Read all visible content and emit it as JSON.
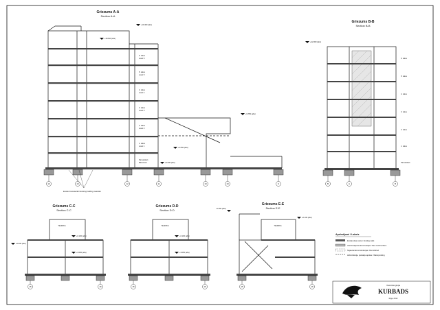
{
  "sections": {
    "aa": {
      "title": "Griezums A-A",
      "subtitle": "Section A-A"
    },
    "bb": {
      "title": "Griezums B-B",
      "subtitle": "Section B-B"
    },
    "cc": {
      "title": "Griezums C-C",
      "subtitle": "Section C-C"
    },
    "dd": {
      "title": "Griezums D-D",
      "subtitle": "Section D-D"
    },
    "ee": {
      "title": "Griezums E-E",
      "subtitle": "Section E-E"
    }
  },
  "elevations": {
    "aa_top": "+19.400 (abs)",
    "aa_roof": "+18.810 (abs)",
    "aa_mid": "+9.750 (abs)",
    "aa_l1": "+2.050 (abs)",
    "aa_l0": "+0.000 (abs)",
    "bb_top": "+22.000 (abs)",
    "cc_top": "+6.100 (abs)",
    "cc_mid": "+3.050 (abs)",
    "cc_left": "+0.000 (abs)",
    "dd_top": "+6.100 (abs)",
    "dd_mid": "+3.050 (abs)",
    "ee_top": "+1.250 (abs)",
    "ee_right": "+6.100 (abs)"
  },
  "floors": [
    {
      "lv": "6. stāvs",
      "en": "Level 6"
    },
    {
      "lv": "5. stāvs",
      "en": "Level 5"
    },
    {
      "lv": "4. stāvs",
      "en": "Level 4"
    },
    {
      "lv": "3. stāvs",
      "en": "Level 3"
    },
    {
      "lv": "2. stāvs",
      "en": "Level 2"
    },
    {
      "lv": "1. stāvs",
      "en": "Level 1"
    },
    {
      "lv": "Pamatstāvs",
      "en": "Basement"
    }
  ],
  "room_label": "TEHNIKA",
  "axes_aa": [
    "13",
    "13",
    "12",
    "11",
    "10",
    "10",
    "9"
  ],
  "axes_bb": [
    "B",
    "A",
    "B"
  ],
  "axes_cc": [
    "15",
    "16"
  ],
  "axes_dd": [
    "15",
    "16"
  ],
  "axes_ee": [
    "15",
    "16"
  ],
  "note_aa": "Esošie būvmateriāli / Existing building materials",
  "legend": {
    "title": "Apzīmējumi / Labels",
    "items": [
      "Esošas ēkas siena / Existing walls",
      "Jaunbūvējamās konstrukcijas / New constructions",
      "Nojaucamās konstrukcijas / Demolished",
      "Hidroizolācija, pretkaļķu apdare / Waterproofing"
    ]
  },
  "logo": {
    "brand": "KURBADS",
    "sub": "Viesnīcas grupa",
    "caption": "Rīga, 2012"
  }
}
